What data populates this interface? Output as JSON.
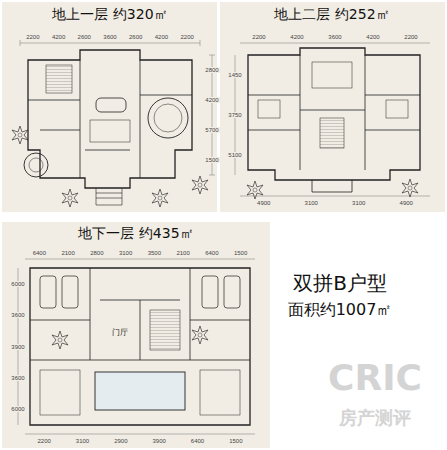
{
  "diagram": {
    "nodes": [
      {
        "text": [
          "地上一层 约320㎡"
        ]
      },
      {
        "text": [
          "地上二层 约252㎡"
        ]
      },
      {
        "text": [
          "地下一层 约435㎡"
        ]
      }
    ],
    "labels": [
      "双拼B户型",
      "面积约1007㎡",
      "CRIC",
      "房产测评",
      "2200",
      "4200",
      "2600",
      "3600",
      "2600",
      "4200",
      "2200",
      "2800",
      "4200",
      "5700",
      "1500",
      "2200",
      "4200",
      "3600",
      "4200",
      "2200",
      "4900",
      "3100",
      "3100",
      "4900",
      "1450",
      "3750",
      "5100",
      "6400",
      "2100",
      "2800",
      "3100",
      "3500",
      "2100",
      "6400",
      "1500",
      "6000",
      "3600",
      "3900",
      "3600",
      "6000",
      "2200",
      "3100",
      "2900",
      "3900",
      "6400",
      "1500",
      "门厅"
    ]
  }
}
